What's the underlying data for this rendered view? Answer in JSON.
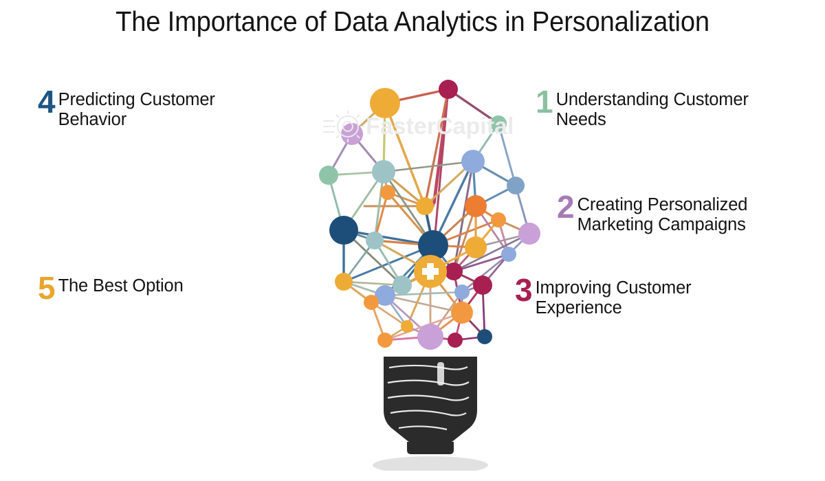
{
  "slide": {
    "background_color": "#ffffff",
    "title": "The Importance of Data Analytics in Personalization"
  },
  "callouts": [
    {
      "number": "1",
      "number_color": "#8cc0a0",
      "text": "Understanding Customer\nNeeds",
      "position": "top-right"
    },
    {
      "number": "2",
      "number_color": "#a57bb5",
      "text": "Creating Personalized\nMarketing Campaigns",
      "position": "middle-right"
    },
    {
      "number": "3",
      "number_color": "#a81f52",
      "text": "Improving Customer\nExperience",
      "position": "bottom-right"
    },
    {
      "number": "4",
      "number_color": "#1f5582",
      "text": "Predicting Customer\nBehavior",
      "position": "top-left"
    },
    {
      "number": "5",
      "number_color": "#e8a62f",
      "text": "The Best Option",
      "position": "bottom-left"
    }
  ],
  "graphic": {
    "name": "lightbulb-network-illustration",
    "description": "Lightbulb whose glass envelope is formed by a connected network of colored nodes and edges, with a dark screw base below",
    "center_node_icon": "plus-icon",
    "center_node_color": "#eeab36",
    "base_color": "#2b2b2b",
    "shadow_color": "#d9d9d9",
    "node_palette": [
      "#1d4e79",
      "#2e75b6",
      "#8faadc",
      "#9dc3c7",
      "#8fc4a8",
      "#eeab36",
      "#f2983e",
      "#ed7d31",
      "#b02a52",
      "#a81f52",
      "#bf8ccc",
      "#c9a0d8"
    ]
  },
  "watermark": {
    "text": "FasterCapital",
    "icon": "gear-icon",
    "color": "#ebebeb"
  }
}
